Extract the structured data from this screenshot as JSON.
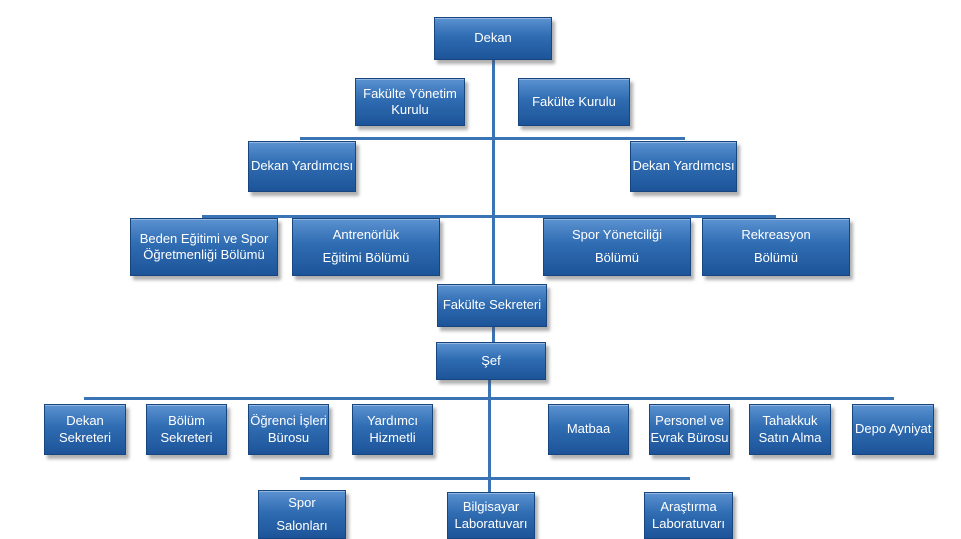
{
  "org_chart": {
    "dean": "Dekan",
    "faculty_management_board": "Fakülte Yönetim\nKurulu",
    "faculty_board": "Fakülte Kurulu",
    "vice_dean_left": "Dekan Yardımcısı",
    "vice_dean_right": "Dekan Yardımcısı",
    "departments": [
      "Beden Eğitimi ve Spor\nÖğretmenliği Bölümü",
      "Antrenörlük\nEğitimi Bölümü",
      "Spor Yönetciliği\nBölümü",
      "Rekreasyon\nBölümü"
    ],
    "faculty_secretary": "Fakülte Sekreteri",
    "chief": "Şef",
    "units": [
      "Dekan\nSekreteri",
      "Bölüm\nSekreteri",
      "Öğrenci İşleri\nBürosu",
      "Yardımcı\nHizmetli",
      "Matbaa",
      "Personel ve\nEvrak Bürosu",
      "Tahakkuk\nSatın Alma",
      "Depo Ayniyat"
    ],
    "facilities": [
      "Spor\nSalonları",
      "Bilgisayar\nLaboratuvarı",
      "Araştırma\nLaboratuvarı"
    ]
  }
}
